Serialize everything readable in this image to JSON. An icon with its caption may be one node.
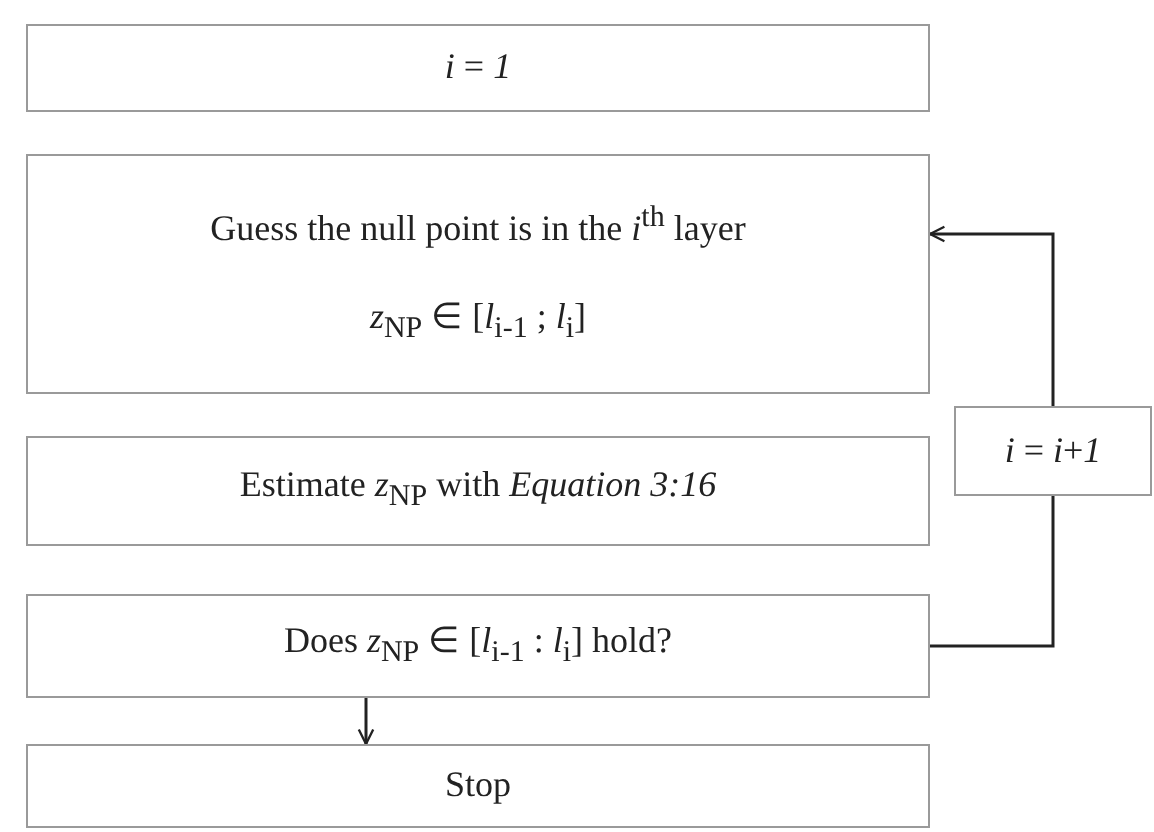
{
  "diagram": {
    "nodes": [
      {
        "text": [
          "*i* = *1*"
        ]
      },
      {
        "text": [
          "Guess the null point is in the *i*$^{th}$ layer",
          "*z*$_{NP}$ ∈ [*l*$_{i-1}$ ; *l*$_{i}$]"
        ]
      },
      {
        "text": [
          "*i* = *i*+*1*"
        ]
      },
      {
        "text": [
          "Estimate *z*$_{NP}$ with *Equation 3:16*"
        ]
      },
      {
        "text": [
          "Does *z*$_{NP}$ ∈ [*l*$_{i-1}$ : *l*$_{i}$] hold?"
        ]
      },
      {
        "text": [
          "Stop"
        ]
      }
    ],
    "edges": [
      {
        "from": 4,
        "to": 2,
        "arrow": "none"
      },
      {
        "from": 2,
        "to": 1,
        "arrow": "to"
      },
      {
        "from": 4,
        "to": 5,
        "arrow": "to"
      }
    ]
  }
}
